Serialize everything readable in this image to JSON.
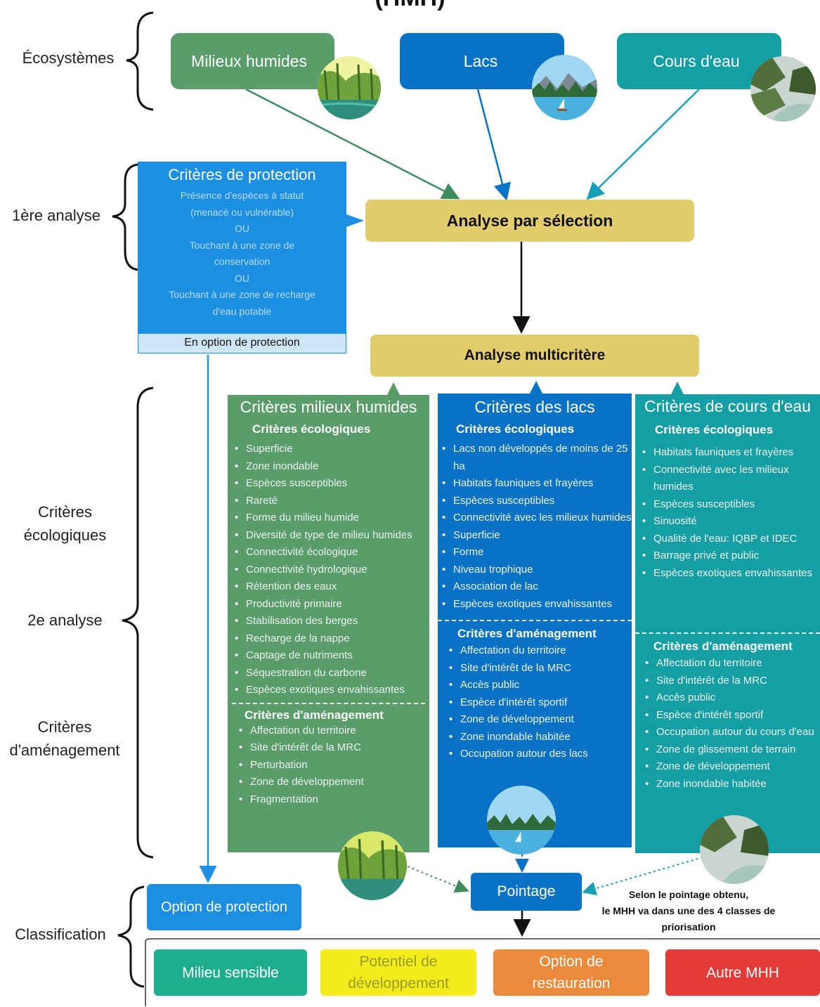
{
  "title": "(HMH)",
  "side_labels": {
    "ecosystemes": "Écosystèmes",
    "premiere_analyse": "1ère analyse",
    "criteres_ecologiques": "Critères écologiques",
    "deuxieme_analyse": "2e analyse",
    "criteres_amenagement": "Critères d'aménagement",
    "classification": "Classification"
  },
  "ecosystems": {
    "milieux_humides": "Milieux humides",
    "lacs": "Lacs",
    "cours_eau": "Cours d'eau"
  },
  "protection": {
    "title": "Critères de protection",
    "lines": [
      "Présence d'espèces à statut",
      "(menacé ou vulnérable)",
      "OU",
      "Touchant à une zone de",
      "conservation",
      "OU",
      "Touchant à une zone de recharge",
      "d'eau potable"
    ],
    "footer": "En option de protection"
  },
  "analyse_selection": "Analyse par sélection",
  "analyse_multicritere": "Analyse multicritère",
  "milieux_humides_col": {
    "title": "Critères milieux humides",
    "eco_title": "Critères écologiques",
    "eco_items": [
      "Superficie",
      "Zone inondable",
      "Espèces susceptibles",
      "Rareté",
      "Forme du milieu humide",
      "Diversité de type de milieu humides",
      "Connectivité écologique",
      "Connectivité hydrologique",
      "Rétention des eaux",
      "Productivité primaire",
      "Stabilisation des berges",
      "Recharge de la nappe",
      "Captage de nutriments",
      "Séquestration du carbone",
      "Espèces exotiques envahissantes"
    ],
    "amen_title": "Critères d'aménagement",
    "amen_items": [
      "Affectation du territoire",
      "Site d'intérêt de la MRC",
      "Perturbation",
      "Zone de développement",
      "Fragmentation"
    ]
  },
  "lacs_col": {
    "title": "Critères des lacs",
    "eco_title": "Critères écologiques",
    "eco_items": [
      "Lacs non développés de moins de 25 ha",
      "Habitats fauniques et frayères",
      "Espèces susceptibles",
      "Connectivité avec les milieux humides",
      "Superficie",
      "Forme",
      "Niveau trophique",
      "Association de lac",
      "Espèces exotiques envahissantes"
    ],
    "amen_title": "Critères d'aménagement",
    "amen_items": [
      "Affectation du territoire",
      "Site d'intérêt de la MRC",
      "Accès public",
      "Espèce d'intérêt sportif",
      "Zone de développement",
      "Zone inondable habitée",
      "Occupation autour des lacs"
    ]
  },
  "cours_col": {
    "title": "Critères de cours d'eau",
    "eco_title": "Critères écologiques",
    "eco_items": [
      "Habitats fauniques et frayères",
      "Connectivité avec les milieux humides",
      "Espèces susceptibles",
      "Sinuosité",
      "Qualité de l'eau: IQBP et IDEC",
      "Barrage privé et public",
      "Espèces exotiques envahissantes"
    ],
    "amen_title": "Critères d'aménagement",
    "amen_items": [
      "Affectation du territoire",
      "Site d'intérêt de la MRC",
      "Accès public",
      "Espèce d'intérêt sportif",
      "Occupation autour du cours d'eau",
      "Zone de glissement de terrain",
      "Zone de développement",
      "Zone inondable habitée"
    ]
  },
  "option_protection": "Option de protection",
  "pointage": "Pointage",
  "pointage_note": [
    "Selon le pointage obtenu,",
    "le MHH va dans une des 4 classes de",
    "priorisation"
  ],
  "classes": {
    "milieu_sensible": "Milieu sensible",
    "potentiel": "Potentiel de développement",
    "restauration": "Option de restauration",
    "autre": "Autre MHH"
  },
  "colors": {
    "green": "#5a9c6a",
    "blue": "#0a72c4",
    "teal": "#159ea3",
    "bright_blue": "#1d8fe3",
    "yellow": "#e2cd6d",
    "class_green": "#1fae8d",
    "class_yellow": "#f2ec1b",
    "class_orange": "#ec8a3c",
    "class_red": "#e13a37"
  }
}
